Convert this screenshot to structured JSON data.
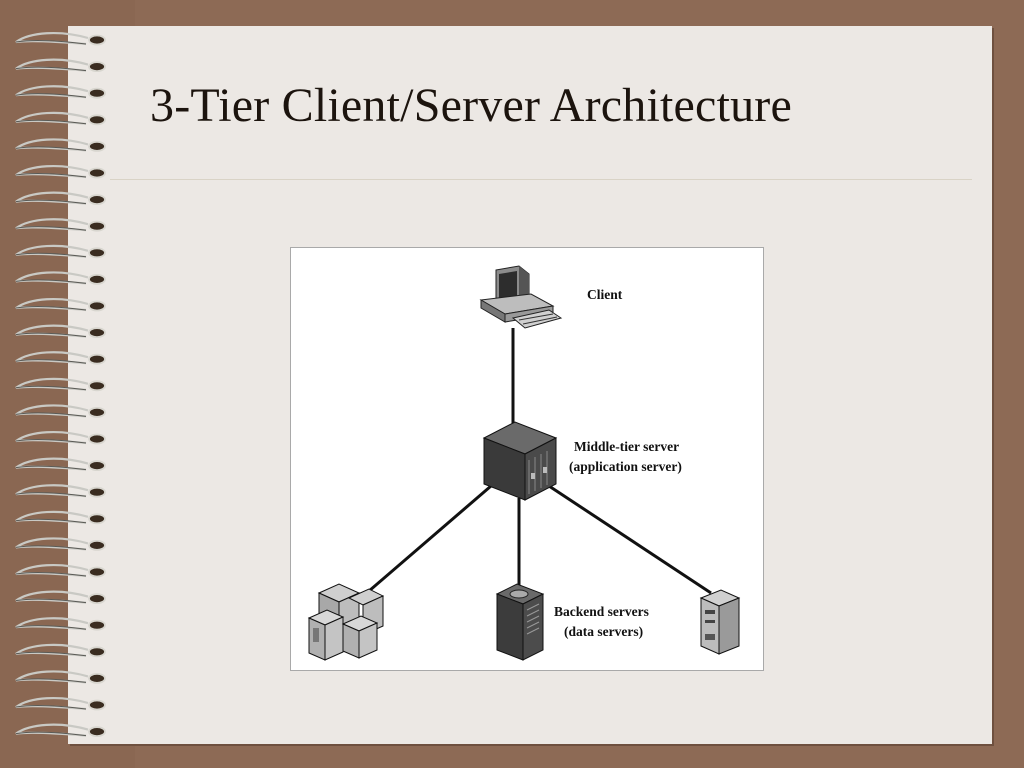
{
  "slide": {
    "title": "3-Tier Client/Server Architecture"
  },
  "diagram": {
    "client_label": "Client",
    "middle_label_1": "Middle-tier server",
    "middle_label_2": "(application server)",
    "backend_label_1": "Backend servers",
    "backend_label_2": "(data servers)"
  },
  "colors": {
    "frame": "#8d6a55",
    "page": "#ece8e4",
    "title": "#1c140e"
  }
}
